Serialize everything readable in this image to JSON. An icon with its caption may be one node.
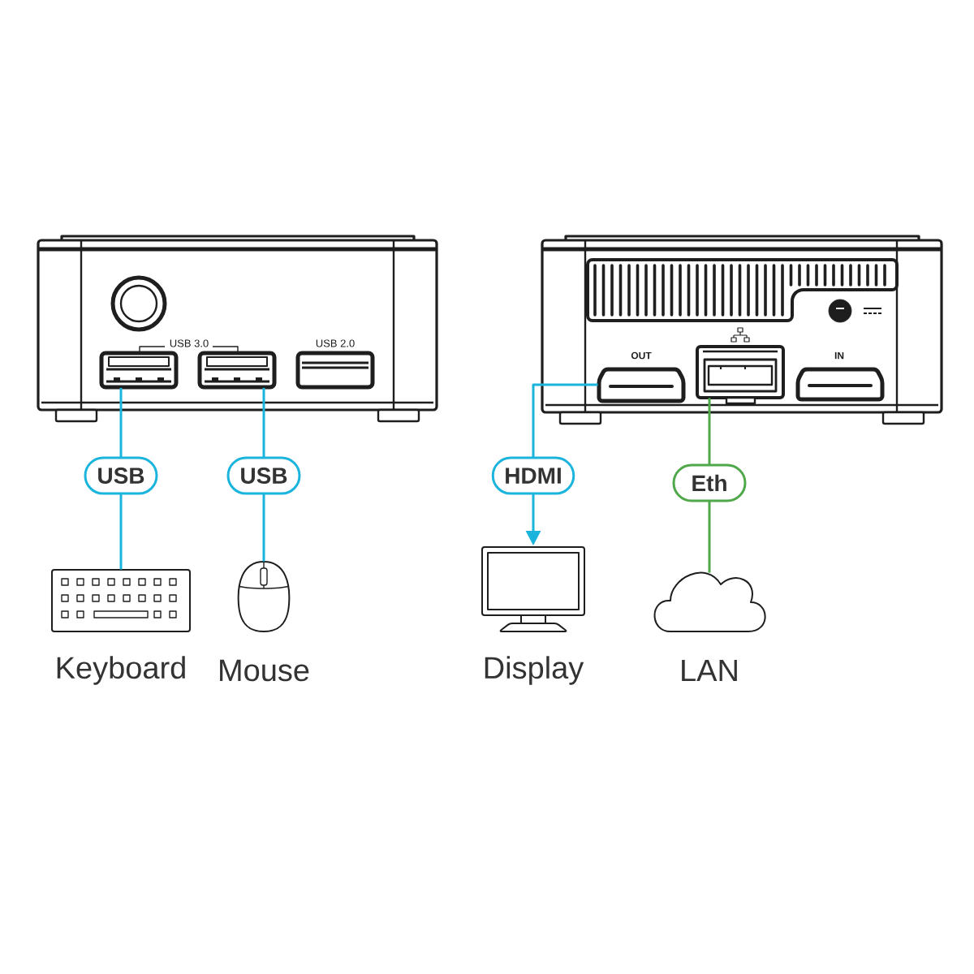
{
  "diagram": {
    "nodes": [
      {
        "text": [],
        "shape": "box"
      },
      {
        "text": [],
        "shape": "box"
      },
      {
        "text": [],
        "shape": "box"
      },
      {
        "text": [],
        "shape": "box"
      },
      {
        "text": [],
        "shape": "picture",
        "beside": [
          "Keyboard"
        ]
      },
      {
        "text": [],
        "shape": "picture",
        "beside": [
          "Mouse"
        ]
      },
      {
        "text": [],
        "shape": "picture",
        "beside": [
          "Display"
        ]
      },
      {
        "text": [],
        "shape": "cloud",
        "beside": [
          "LAN"
        ]
      }
    ],
    "edges": [
      {
        "from": 0,
        "to": 4,
        "arrow": "none",
        "label": "USB"
      },
      {
        "from": 1,
        "to": 5,
        "arrow": "none",
        "label": "USB"
      },
      {
        "from": 2,
        "to": 6,
        "arrow": "to",
        "label": "HDMI"
      },
      {
        "from": 3,
        "to": 7,
        "arrow": "none",
        "label": "Eth",
        "color": "#4fa84a"
      }
    ],
    "labels": [
      "USB 3.0",
      "USB 2.0",
      "OUT",
      "IN"
    ]
  }
}
